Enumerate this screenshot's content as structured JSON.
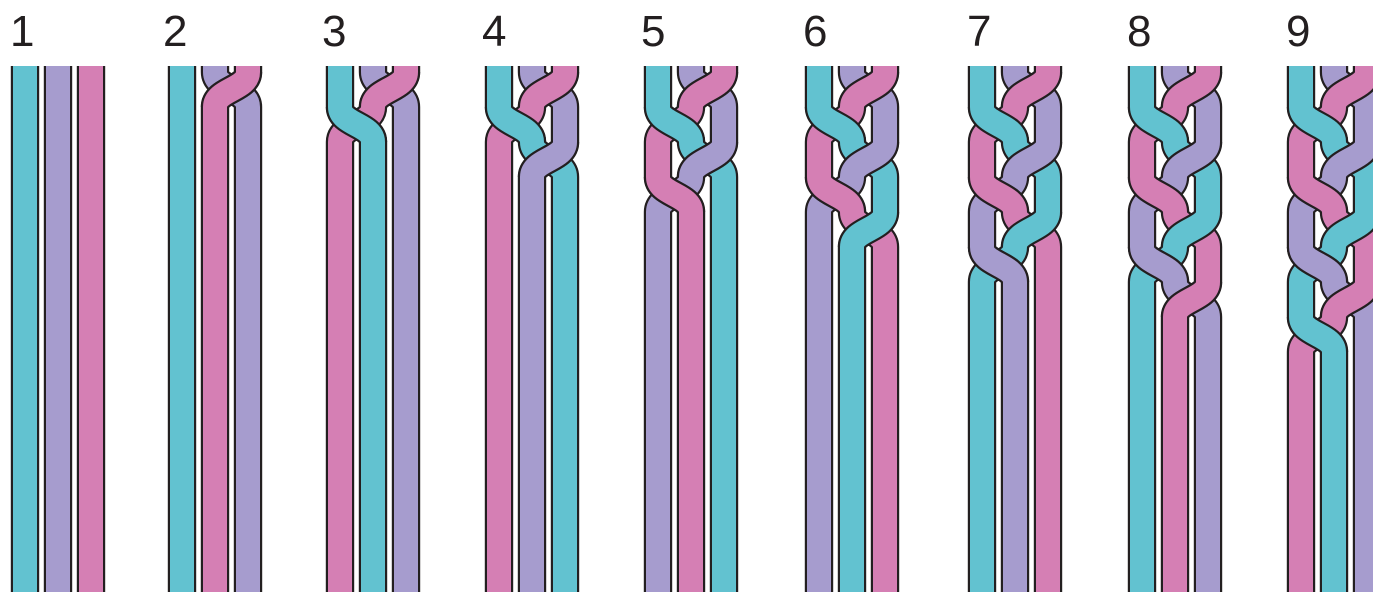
{
  "colors": {
    "teal": "#62c2d0",
    "pink": "#d57fb4",
    "lavender": "#a69cce",
    "outline": "#231f20",
    "background": "#ffffff"
  },
  "steps": [
    {
      "label": "1",
      "crossings": 0
    },
    {
      "label": "2",
      "crossings": 1
    },
    {
      "label": "3",
      "crossings": 2
    },
    {
      "label": "4",
      "crossings": 3
    },
    {
      "label": "5",
      "crossings": 4
    },
    {
      "label": "6",
      "crossings": 5
    },
    {
      "label": "7",
      "crossings": 6
    },
    {
      "label": "8",
      "crossings": 7
    },
    {
      "label": "9",
      "crossings": 8
    }
  ]
}
